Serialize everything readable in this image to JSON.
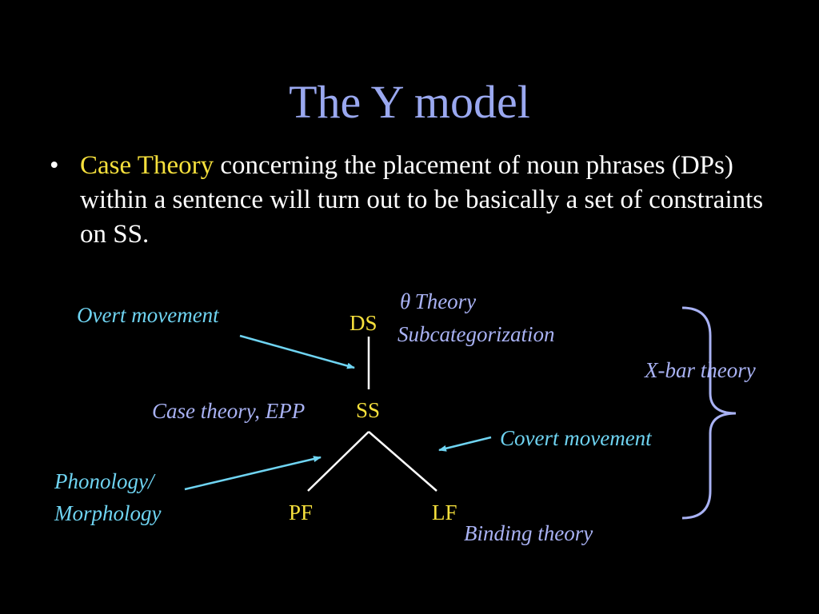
{
  "slide": {
    "title": "The Y model",
    "bullet": {
      "marker": "•",
      "highlight": "Case Theory",
      "text": " concerning the placement of noun phrases (DPs) within a sentence will turn out to be basically a set of constraints on SS."
    }
  },
  "diagram": {
    "nodes": {
      "ds": "DS",
      "ss": "SS",
      "pf": "PF",
      "lf": "LF"
    },
    "labels": {
      "theta_symbol": "θ",
      "theta_theory": "Theory",
      "subcategorization": "Subcategorization",
      "overt_movement": "Overt movement",
      "case_theory_epp": "Case theory, EPP",
      "covert_movement": "Covert movement",
      "phonology": "Phonology/",
      "morphology": "Morphology",
      "binding_theory": "Binding theory",
      "xbar_theory": "X-bar theory"
    },
    "colors": {
      "background": "#000000",
      "title": "#9aa8f0",
      "highlight": "#f6e03c",
      "node_text": "#f6e03c",
      "arrow_labels": "#6fd4f2",
      "module_labels": "#a9b2f4",
      "tree_lines": "#ffffff",
      "arrows": "#6fd4f2",
      "brace": "#a9b2f4"
    }
  }
}
